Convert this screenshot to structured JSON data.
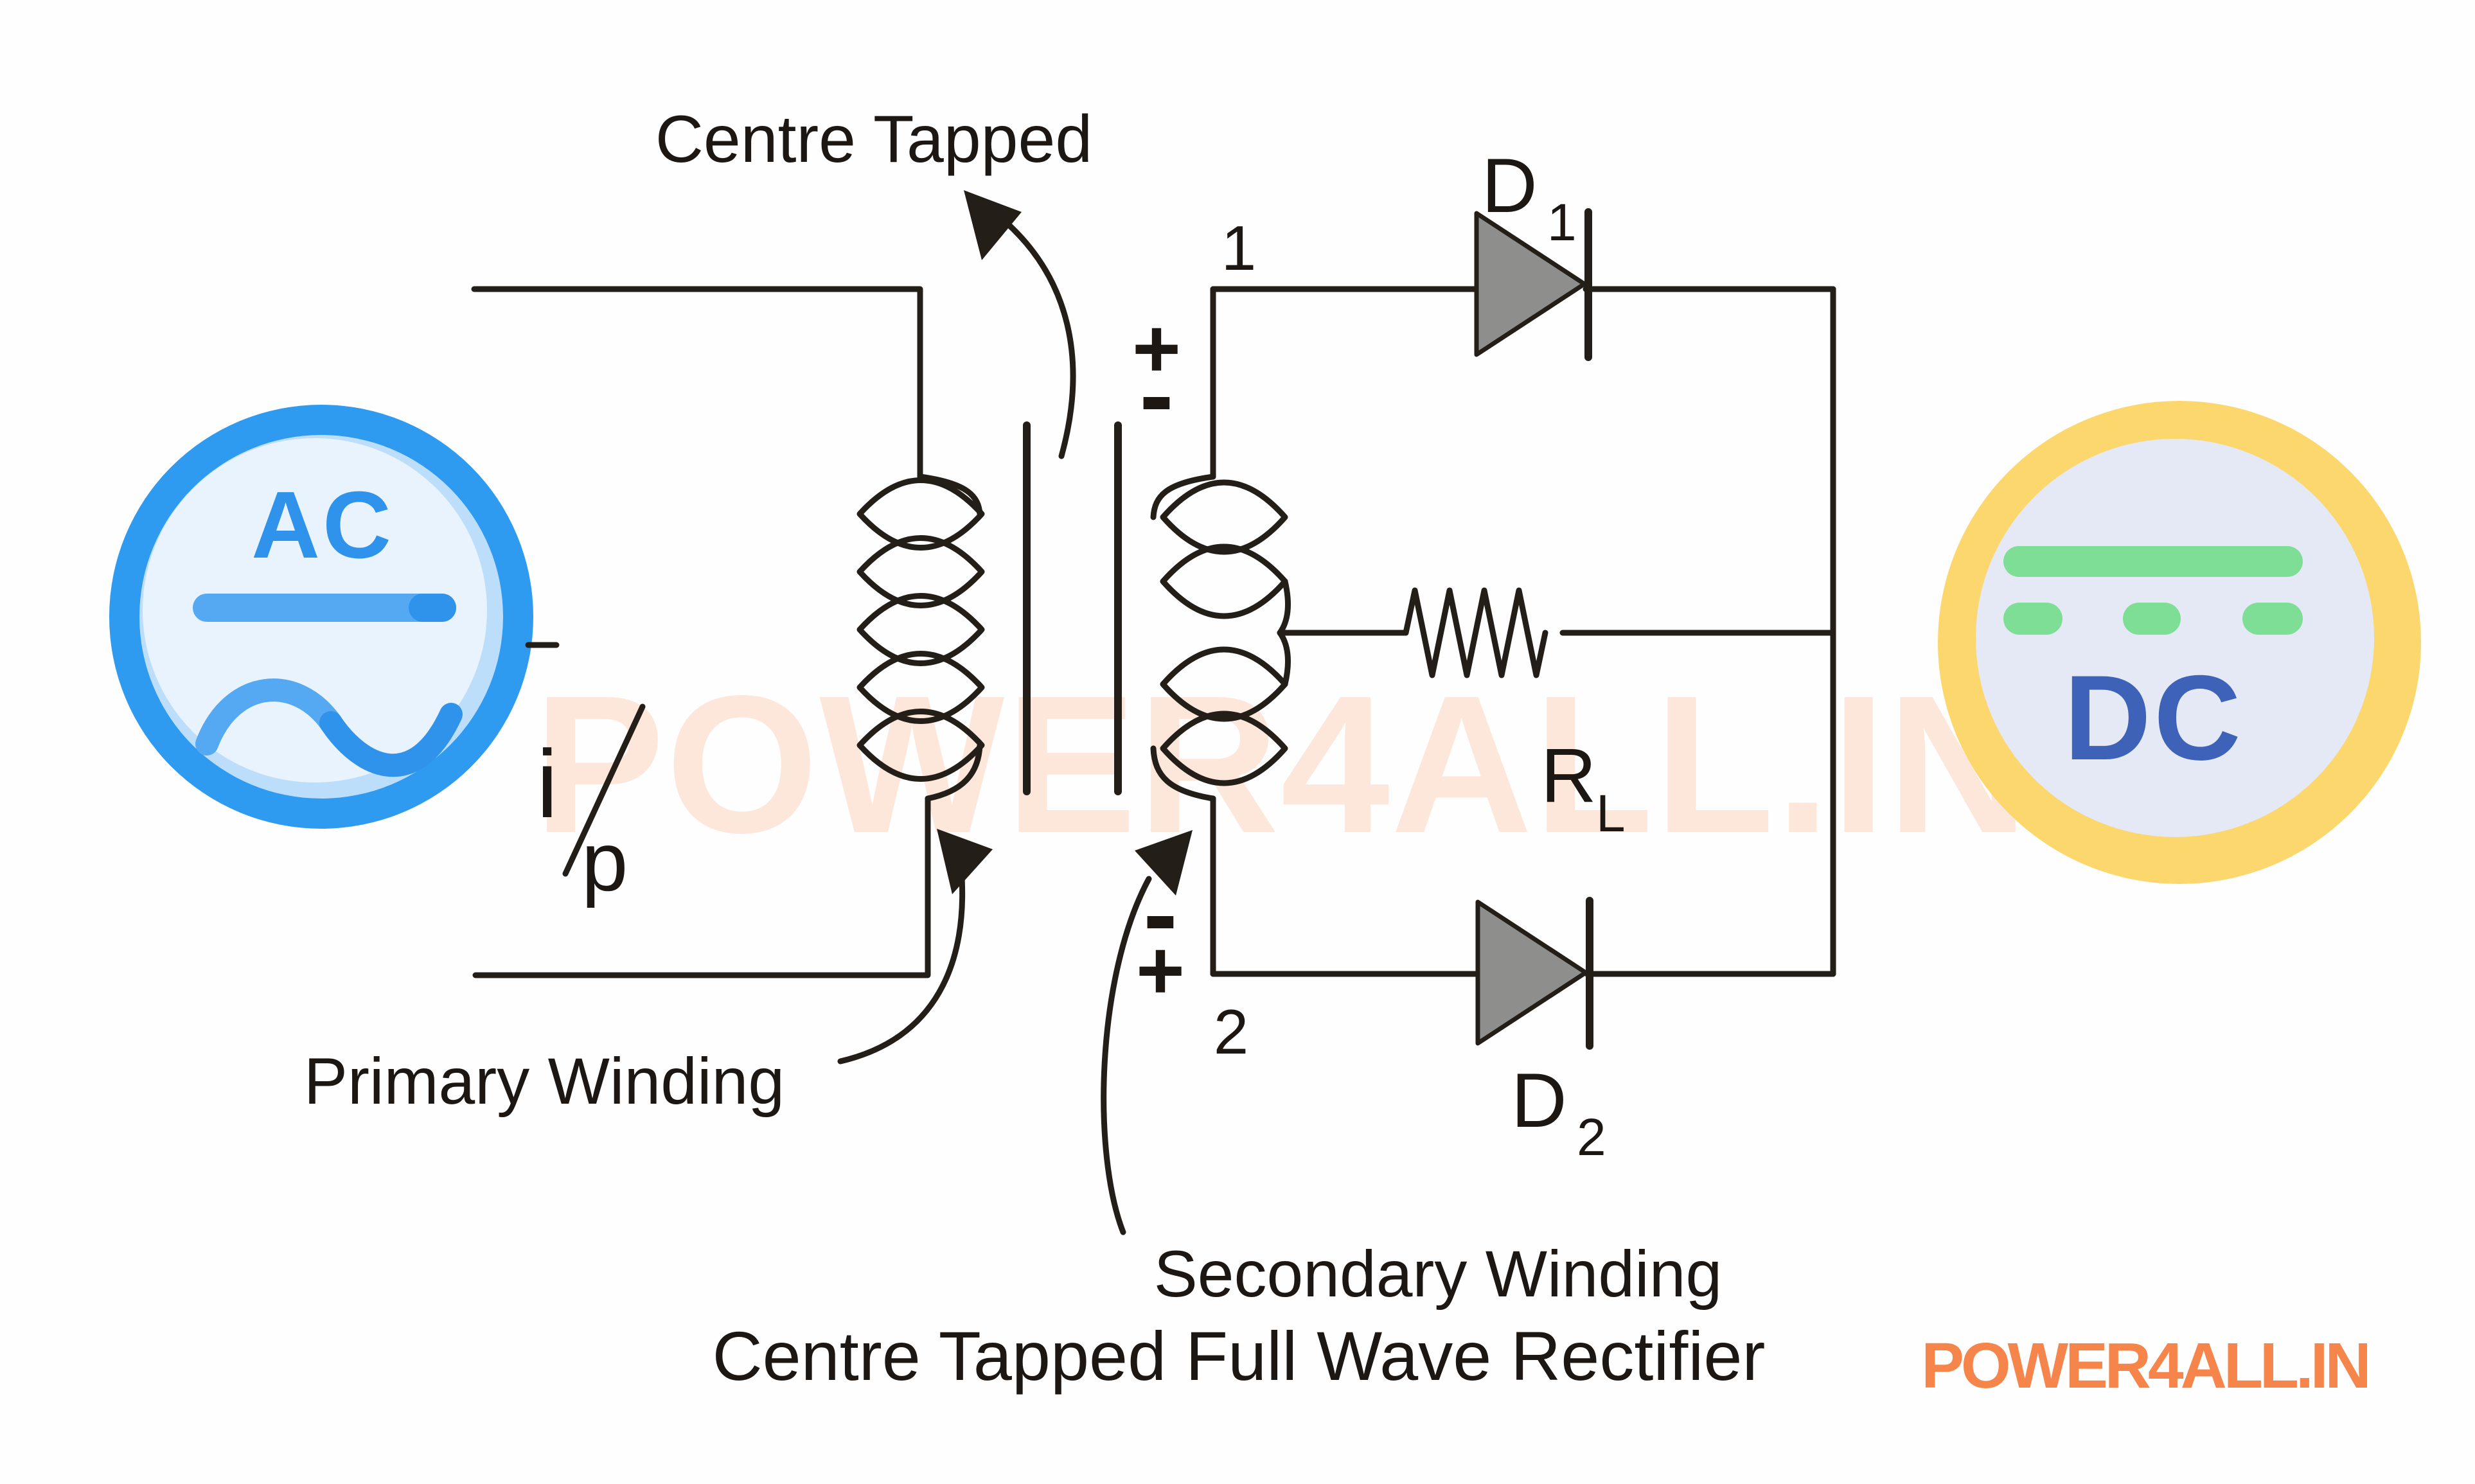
{
  "diagram": {
    "caption": "Centre Tapped Full Wave Rectifier",
    "watermark": "POWER4ALL.IN",
    "brand": "POWER4ALL.IN",
    "labels": {
      "centre_tapped": "Centre Tapped",
      "primary_winding": "Primary Winding",
      "secondary_winding": "Secondary Winding",
      "terminal_top": "1",
      "terminal_bottom": "2",
      "plus": "+",
      "minus": "-",
      "input_current": "i",
      "input_sub": "p",
      "diode_letter": "D",
      "diode1_sub": "1",
      "diode2_sub": "2",
      "load_letter": "R",
      "load_sub": "L"
    },
    "ac_icon": {
      "label": "AC"
    },
    "dc_icon": {
      "label": "DC"
    },
    "colors": {
      "wire": "#241e19",
      "text": "#1c1713",
      "diode_fill": "#8e8e8c",
      "ac_ring": "#2e9bf1",
      "ac_mid": "#bcdefb",
      "ac_inner": "#e9f3fd",
      "ac_accent": "#2f93ec",
      "ac_bar": "#55a9f3",
      "dc_ring": "#fbd76d",
      "dc_inner": "#e4e9f5",
      "dc_green": "#7ede95",
      "dc_text": "#3d62b8",
      "brand_orange": "#f5854a",
      "watermark": "rgba(246,141,77,0.20)"
    }
  }
}
